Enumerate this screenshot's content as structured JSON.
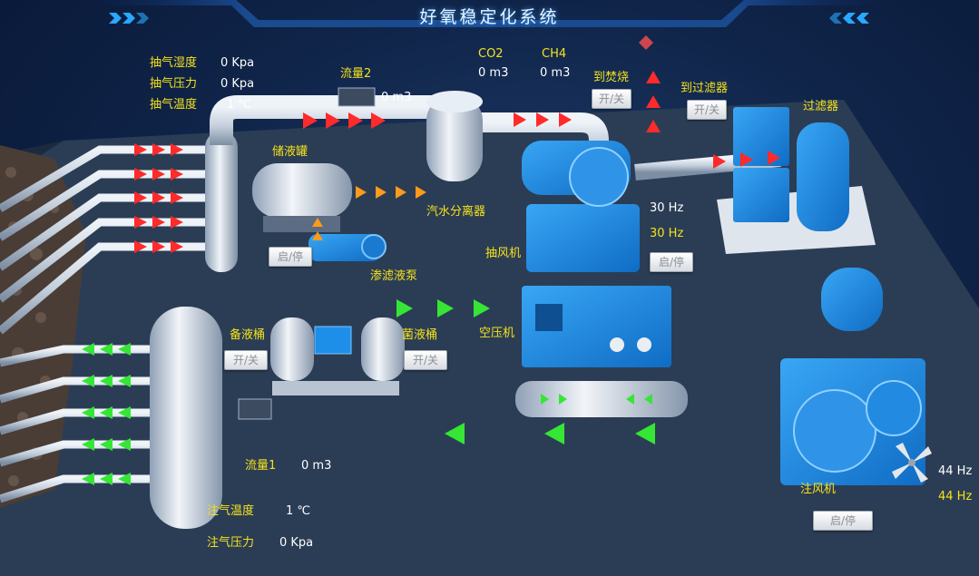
{
  "title": "好氧稳定化系统",
  "extract": {
    "humidity_label": "抽气湿度",
    "humidity_value": "0 Kpa",
    "pressure_label": "抽气压力",
    "pressure_value": "0 Kpa",
    "temperature_label": "抽气温度",
    "temperature_value": "1 ℃"
  },
  "flow2": {
    "label": "流量2",
    "value": "0 m3"
  },
  "gas": {
    "co2_label": "CO2",
    "co2_value": "0 m3",
    "ch4_label": "CH4",
    "ch4_value": "0 m3"
  },
  "to_incinerator": {
    "label": "到焚烧",
    "button": "开/关"
  },
  "to_filter": {
    "label": "到过滤器",
    "button": "开/关"
  },
  "filter_label": "过滤器",
  "storage_tank_label": "储液罐",
  "separator_label": "汽水分离器",
  "leachate_pump": {
    "label": "渗滤液泵",
    "button": "启/停"
  },
  "exhaust_fan": {
    "label": "抽风机",
    "freq_white": "30 Hz",
    "freq_yellow": "30 Hz",
    "button": "启/停"
  },
  "backup_tank": {
    "label": "备液桶",
    "button": "开/关"
  },
  "bacteria_tank": {
    "label": "菌液桶",
    "button": "开/关"
  },
  "air_compressor_label": "空压机",
  "flow1": {
    "label": "流量1",
    "value": "0 m3"
  },
  "injection_fan": {
    "label": "注风机",
    "freq_white": "44 Hz",
    "freq_yellow": "44 Hz",
    "button": "启/停"
  },
  "injection": {
    "temperature_label": "注气温度",
    "temperature_value": "1 ℃",
    "pressure_label": "注气压力",
    "pressure_value": "0 Kpa"
  },
  "colors": {
    "extract_flow": "#ff2a2a",
    "inject_flow": "#35e635",
    "leachate_flow": "#ff9a1a",
    "equipment_blue": "#1e8fe8",
    "label_yellow": "#f5e21b"
  }
}
